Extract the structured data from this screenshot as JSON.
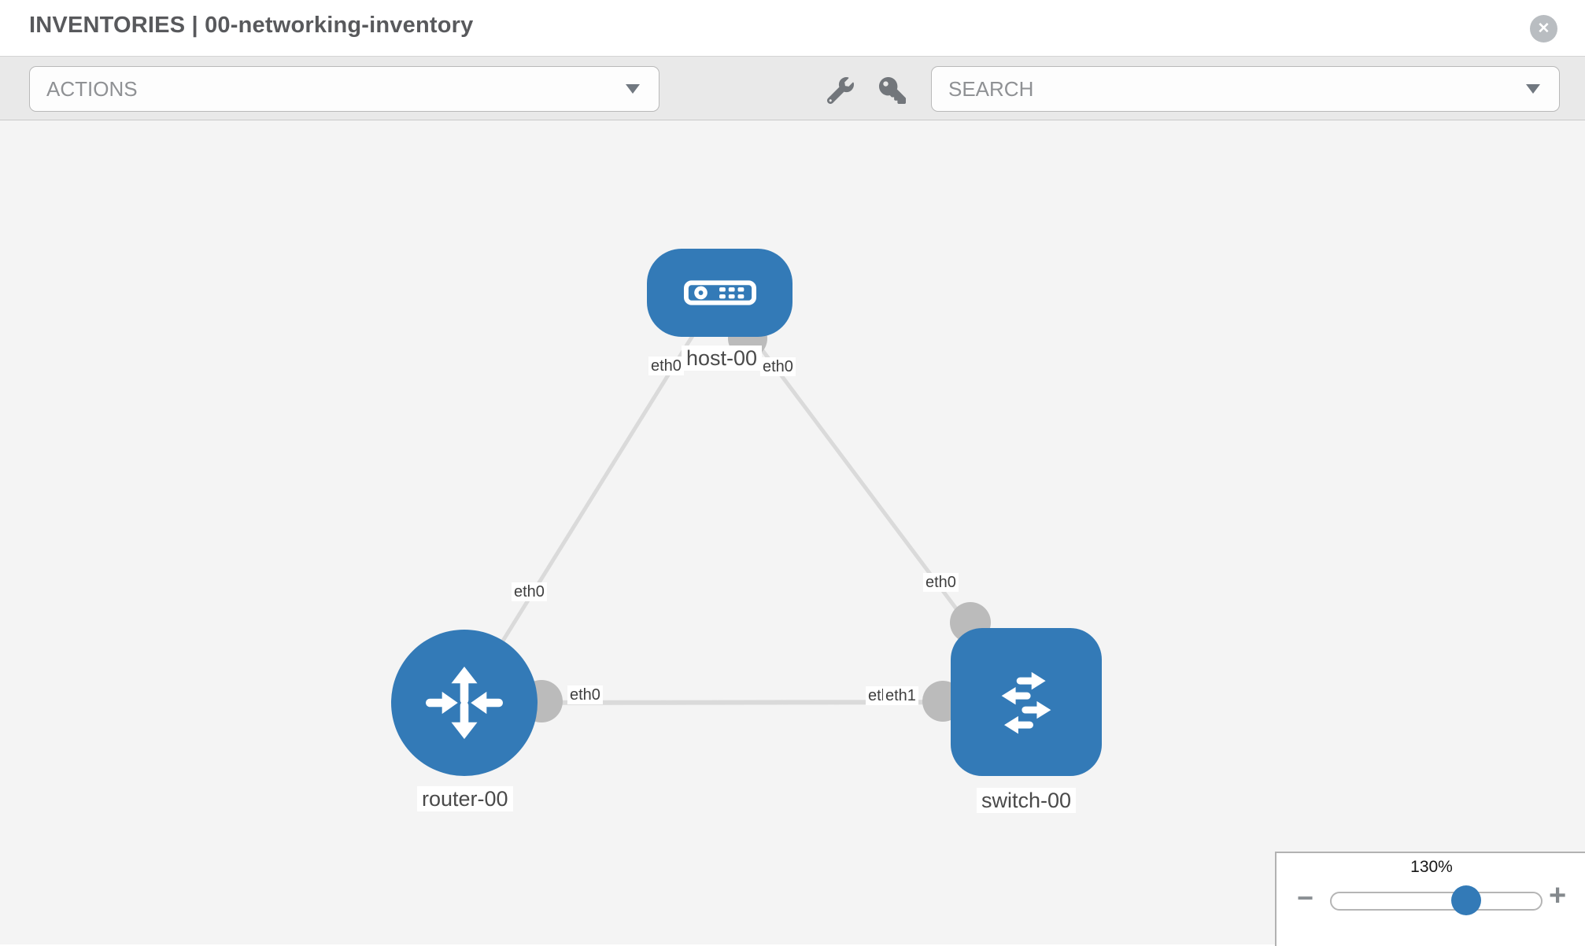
{
  "header": {
    "title": "INVENTORIES | 00-networking-inventory",
    "close_glyph": "✕"
  },
  "toolbar": {
    "actions_label": "ACTIONS",
    "search_placeholder": "SEARCH",
    "icons": [
      "wrench-icon",
      "key-icon"
    ]
  },
  "topology": {
    "nodes": [
      {
        "label": "host-00",
        "type": "host"
      },
      {
        "label": "router-00",
        "type": "router"
      },
      {
        "label": "switch-00",
        "type": "switch"
      }
    ],
    "links": [
      {
        "from": "host-00",
        "to": "router-00",
        "labels": {
          "host_end": "eth0",
          "router_end": "eth0"
        }
      },
      {
        "from": "host-00",
        "to": "switch-00",
        "labels": {
          "host_end": "eth0",
          "switch_end": "eth0"
        }
      },
      {
        "from": "router-00",
        "to": "switch-00",
        "labels": {
          "router_end": "eth0",
          "switch_end_back": "eth1",
          "switch_end_front": "eth1"
        }
      }
    ]
  },
  "zoom_control": {
    "level": "130%",
    "minus_glyph": "−",
    "plus_glyph": "+"
  },
  "colors": {
    "node_blue": "#337ab7",
    "link_gray": "#dadada",
    "endpoint_gray": "#bbbbbb",
    "toolbar_gray": "#e9e9e9",
    "canvas_gray": "#f4f4f4"
  }
}
